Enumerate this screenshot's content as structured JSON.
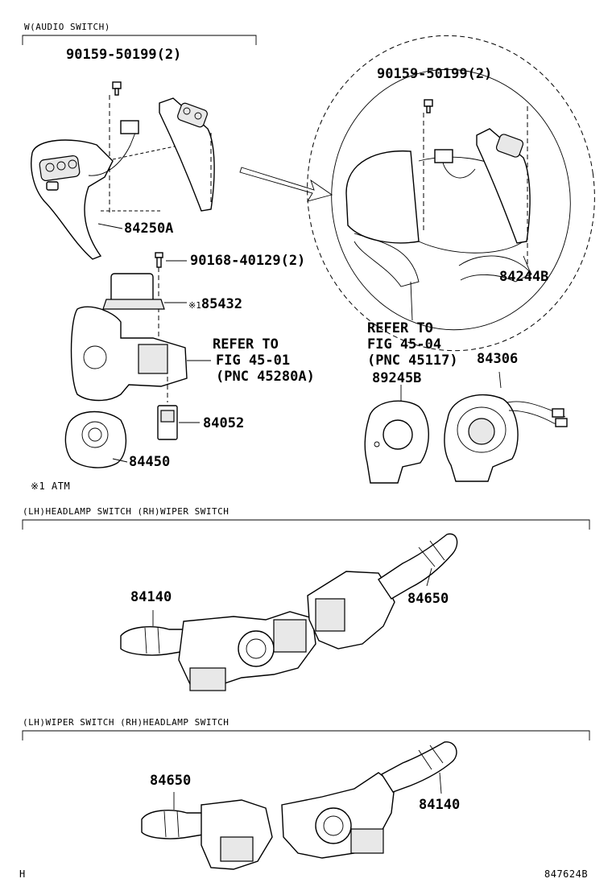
{
  "sections": {
    "audio_switch": "W(AUDIO SWITCH)",
    "lower_a": "(LH)HEADLAMP SWITCH  (RH)WIPER SWITCH",
    "lower_b": "(LH)WIPER SWITCH  (RH)HEADLAMP SWITCH"
  },
  "parts": {
    "screw_left": "90159-50199(2)",
    "screw_right": "90159-50199(2)",
    "p84250A": "84250A",
    "screw_90168": "90168-40129(2)",
    "p85432_mark": "※1",
    "p85432": "85432",
    "p84052": "84052",
    "p84450": "84450",
    "p84244B": "84244B",
    "p89245B": "89245B",
    "p84306": "84306",
    "p84140_a": "84140",
    "p84650_a": "84650",
    "p84650_b": "84650",
    "p84140_b": "84140"
  },
  "refs": {
    "ref1_line1": "REFER TO",
    "ref1_line2": "FIG 45-01",
    "ref1_line3": "(PNC 45280A)",
    "ref2_line1": "REFER TO",
    "ref2_line2": "FIG 45-04",
    "ref2_line3": "(PNC 45117)"
  },
  "footnote": "※1 ATM",
  "footer": {
    "left": "H",
    "right": "847624B"
  }
}
